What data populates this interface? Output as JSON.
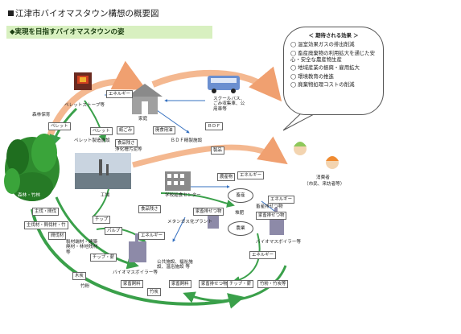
{
  "title": "江津市バイオマスタウン構想の概要図",
  "banner": "◆実現を目指すバイオマスタウンの姿",
  "effects": {
    "heading": "＜ 期待される効果 ＞",
    "items": [
      "◯ 温室効果ガスの排出削減",
      "◯ 畜産廃棄物の利用拡大を通じた安心・安全な農産物生産",
      "◯ 地域産業の振興・雇用拡大",
      "◯ 環境教育の推進",
      "◯ 廃棄物処理コストの削減"
    ]
  },
  "labels": {
    "forest_maintenance": "森林保育",
    "forest": "森林・竹林",
    "pellet_stove": "ペレットストーブ等",
    "pellet_a": "ペレット",
    "pellet_b": "ペレット",
    "pellet_plant": "ペレット製造施設",
    "energy_top": "エネルギー",
    "home": "家庭",
    "waste_paper": "紙ごみ",
    "waste_oil": "廃食用油",
    "bdf_top": "ＢＤＦ",
    "bus": "スクールバス、ごみ収集車、公用車等",
    "food_waste_home": "食品残さ",
    "sewage": "浄化槽汚泥等",
    "bdf_plant": "ＢＤＦ精製施設",
    "product_sales": "製品",
    "factory": "工場",
    "school_lunch": "学校給食センター",
    "crops": "農産物",
    "energy_mid": "エネルギー",
    "consumers": "消費者",
    "consumers_sub": "（市民、来訪者等）",
    "thinning": "主伐・間伐",
    "thinned_a": "主伐材・間伐材・竹",
    "thinned_b": "間伐材",
    "chip_top": "チップ",
    "pulp": "パルプ",
    "building_materials": "製材端材・建築廃材・林地残材 等",
    "food_waste_sc": "食品残さ",
    "food_waste_mid": "家畜排せつ物",
    "methane_plant": "メタンガス化プラント",
    "energy_low": "エネルギー",
    "chip_low": "チップ・薪",
    "public_facility": "公共施設、福祉施設、温浴施設 等",
    "charcoal": "木炭",
    "woodchip_low": "竹粉",
    "biomass_boiler_left": "バイオマスボイラー等",
    "livestock": "畜産",
    "agriculture": "農業",
    "fertilizer": "堆肥",
    "livestock_manure": "家畜排せつ物",
    "energy_right": "エネルギー",
    "cattle_manure": "畜産排せつ物",
    "biomass_boiler_right": "バイオマスボイラー等",
    "energy_right_low": "エネルギー",
    "livestock_feed": "家畜飼料",
    "livestock_excr": "家畜排せつ物",
    "chip_firewood": "チップ・薪",
    "bamboo_powder": "竹粉・竹炭等",
    "charcoal_bottom": "竹炭",
    "livestock_bottom": "家畜飼料"
  }
}
